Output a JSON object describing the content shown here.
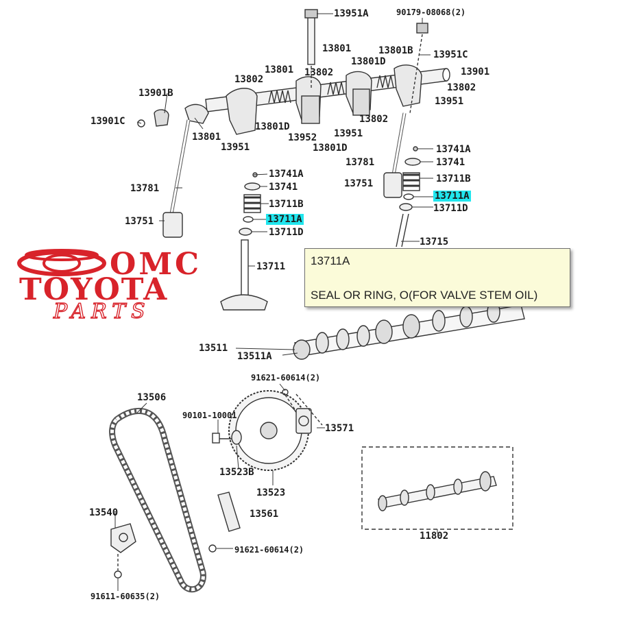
{
  "logo": {
    "line1": "OMC",
    "line2": "TOYOTA",
    "line3": "PARTS",
    "color": "#d8232a"
  },
  "part_labels": [
    {
      "id": "13951A",
      "text": "13951A"
    },
    {
      "id": "90179-08068-2",
      "text": "90179-08068(2)"
    },
    {
      "id": "13801-a",
      "text": "13801"
    },
    {
      "id": "13801B",
      "text": "13801B"
    },
    {
      "id": "13951C",
      "text": "13951C"
    },
    {
      "id": "13801-b",
      "text": "13801"
    },
    {
      "id": "13802-a",
      "text": "13802"
    },
    {
      "id": "13802-b",
      "text": "13802"
    },
    {
      "id": "13801D-a",
      "text": "13801D"
    },
    {
      "id": "13901",
      "text": "13901"
    },
    {
      "id": "13802-c",
      "text": "13802"
    },
    {
      "id": "13951-a",
      "text": "13951"
    },
    {
      "id": "13901B",
      "text": "13901B"
    },
    {
      "id": "13901C",
      "text": "13901C"
    },
    {
      "id": "13801D-b",
      "text": "13801D"
    },
    {
      "id": "13802-d",
      "text": "13802"
    },
    {
      "id": "13801-c",
      "text": "13801"
    },
    {
      "id": "13951-b",
      "text": "13951"
    },
    {
      "id": "13952",
      "text": "13952"
    },
    {
      "id": "13951-c",
      "text": "13951"
    },
    {
      "id": "13801D-c",
      "text": "13801D"
    },
    {
      "id": "13741A-a",
      "text": "13741A"
    },
    {
      "id": "13781-a",
      "text": "13781"
    },
    {
      "id": "13741-a",
      "text": "13741"
    },
    {
      "id": "13741A-b",
      "text": "13741A"
    },
    {
      "id": "13751-a",
      "text": "13751"
    },
    {
      "id": "13711B-a",
      "text": "13711B"
    },
    {
      "id": "13741-b",
      "text": "13741"
    },
    {
      "id": "13711A-a",
      "text": "13711A"
    },
    {
      "id": "13781-b",
      "text": "13781"
    },
    {
      "id": "13711D-a",
      "text": "13711D"
    },
    {
      "id": "13711B-b",
      "text": "13711B"
    },
    {
      "id": "13751-b",
      "text": "13751"
    },
    {
      "id": "13711A-b",
      "text": "13711A"
    },
    {
      "id": "13711D-b",
      "text": "13711D"
    },
    {
      "id": "13715",
      "text": "13715"
    },
    {
      "id": "13711",
      "text": "13711"
    },
    {
      "id": "13511",
      "text": "13511"
    },
    {
      "id": "13511A",
      "text": "13511A"
    },
    {
      "id": "91621-60614-a",
      "text": "91621-60614(2)"
    },
    {
      "id": "13506",
      "text": "13506"
    },
    {
      "id": "90101-10001",
      "text": "90101-10001"
    },
    {
      "id": "13571",
      "text": "13571"
    },
    {
      "id": "13523B",
      "text": "13523B"
    },
    {
      "id": "13523",
      "text": "13523"
    },
    {
      "id": "13540",
      "text": "13540"
    },
    {
      "id": "13561",
      "text": "13561"
    },
    {
      "id": "11802",
      "text": "11802"
    },
    {
      "id": "91621-60614-b",
      "text": "91621-60614(2)"
    },
    {
      "id": "91611-60635",
      "text": "91611-60635(2)"
    }
  ],
  "tooltip": {
    "part_number": "13711A",
    "description": "SEAL OR RING, O(FOR VALVE STEM OIL)"
  },
  "colors": {
    "highlight": "#20e6ee",
    "tooltip_bg": "#fbfbd9",
    "line": "#333333"
  }
}
